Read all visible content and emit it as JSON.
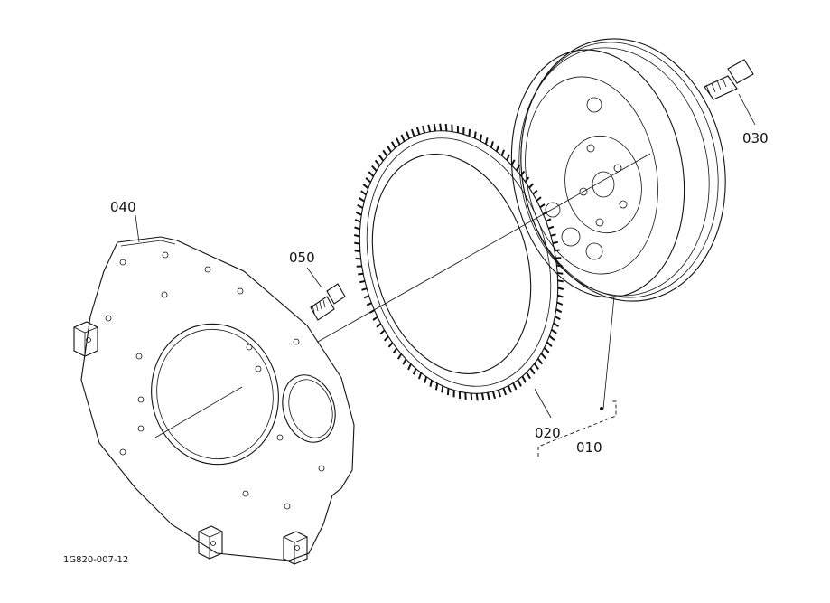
{
  "parts": {
    "p010": "010",
    "p020": "020",
    "p030": "030",
    "p040": "040",
    "p050": "050"
  },
  "figure_code": "1G820-007-12"
}
